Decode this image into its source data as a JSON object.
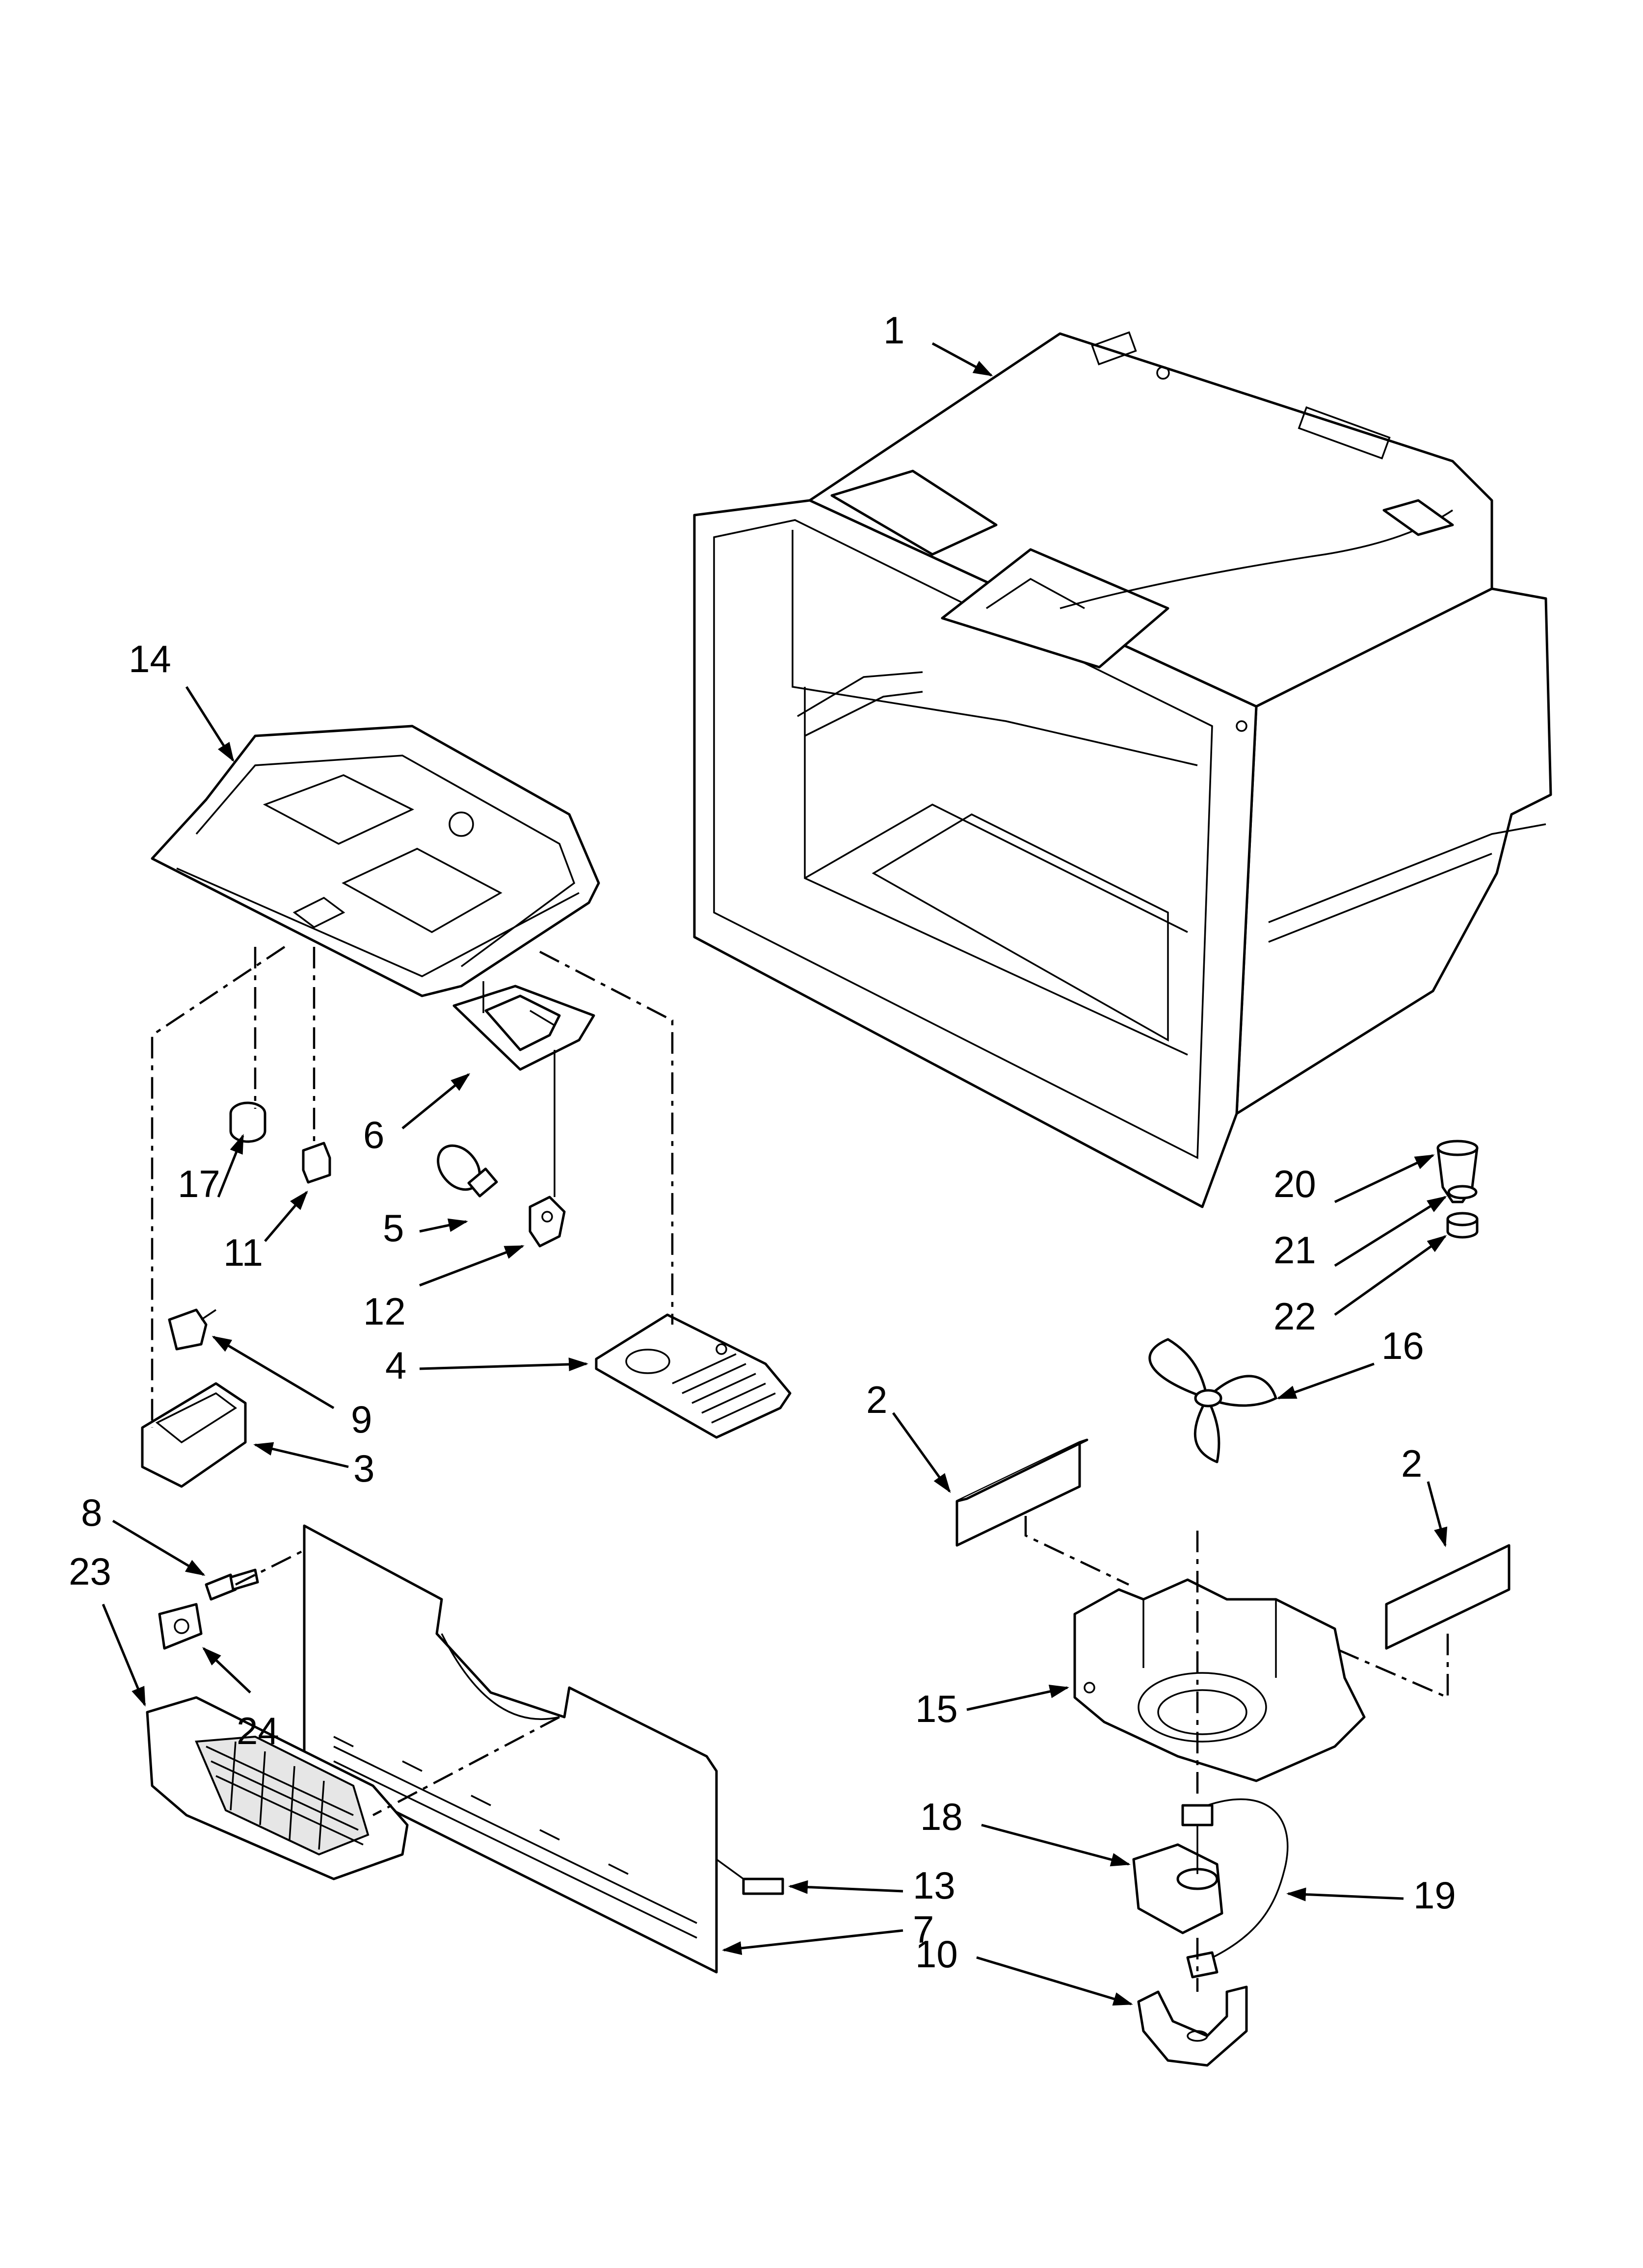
{
  "callouts": [
    {
      "id": "1",
      "label": "1"
    },
    {
      "id": "2a",
      "label": "2"
    },
    {
      "id": "2b",
      "label": "2"
    },
    {
      "id": "3",
      "label": "3"
    },
    {
      "id": "4",
      "label": "4"
    },
    {
      "id": "5",
      "label": "5"
    },
    {
      "id": "6",
      "label": "6"
    },
    {
      "id": "7",
      "label": "7"
    },
    {
      "id": "8",
      "label": "8"
    },
    {
      "id": "9",
      "label": "9"
    },
    {
      "id": "10",
      "label": "10"
    },
    {
      "id": "11",
      "label": "11"
    },
    {
      "id": "12",
      "label": "12"
    },
    {
      "id": "13",
      "label": "13"
    },
    {
      "id": "14",
      "label": "14"
    },
    {
      "id": "15",
      "label": "15"
    },
    {
      "id": "16",
      "label": "16"
    },
    {
      "id": "17",
      "label": "17"
    },
    {
      "id": "18",
      "label": "18"
    },
    {
      "id": "19",
      "label": "19"
    },
    {
      "id": "20",
      "label": "20"
    },
    {
      "id": "21",
      "label": "21"
    },
    {
      "id": "22",
      "label": "22"
    },
    {
      "id": "23",
      "label": "23"
    },
    {
      "id": "24",
      "label": "24"
    }
  ]
}
